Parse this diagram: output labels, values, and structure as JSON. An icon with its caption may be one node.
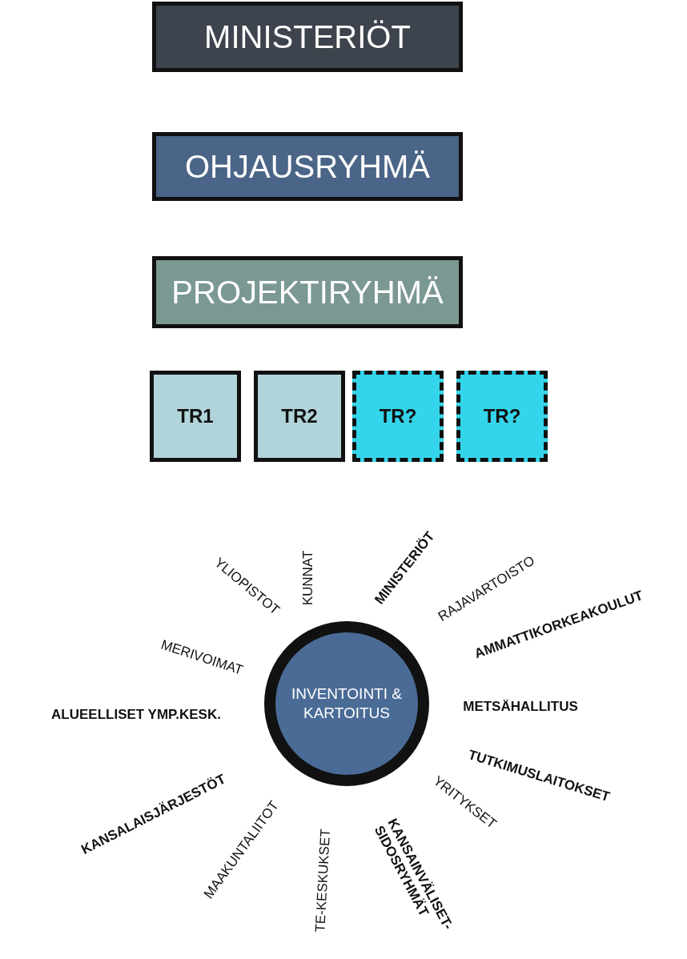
{
  "diagram": {
    "nodes": [
      {
        "text": [
          "MINISTERIÖT"
        ]
      },
      {
        "text": [
          "OHJAUSRYHMÄ"
        ]
      },
      {
        "text": [
          "PROJEKTIRYHMÄ"
        ]
      },
      {
        "text": [
          "TR1"
        ]
      },
      {
        "text": [
          "TR2"
        ]
      },
      {
        "text": [
          "TR?"
        ]
      },
      {
        "text": [
          "TR?"
        ]
      },
      {
        "text": [
          "INVENTOINTI & KARTOITUS"
        ]
      }
    ],
    "labels": [
      "YLIOPISTOT",
      "KUNNAT",
      "MINISTERIÖT",
      "RAJAVARTOISTO",
      "AMMATTIKORKEAKOULUT",
      "MERIVOIMAT",
      "ALUEELLISET YMP.KESK.",
      "METSÄHALLITUS",
      "KANSALAISJÄRJESTÖT",
      "TUTKIMUSLAITOKSET",
      "YRITYKSET",
      "MAAKUNTALIITOT",
      "TE-KESKUKSET",
      "KANSAINVÄLISET- SIDOSRYHMÄT"
    ]
  }
}
